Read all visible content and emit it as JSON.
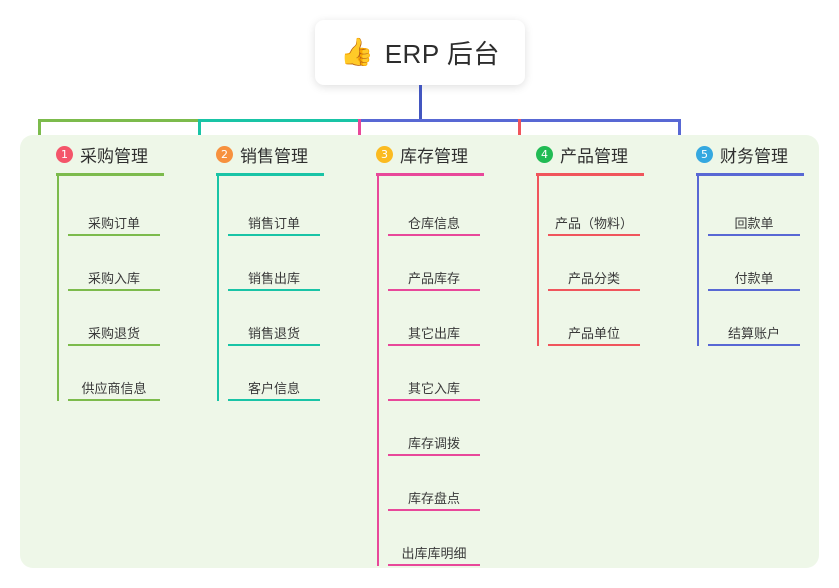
{
  "root": {
    "emoji": "👍",
    "emoji_name": "thumbs-up-icon",
    "title": "ERP 后台"
  },
  "colors": {
    "panel_background": "#eef7e8",
    "page_background": "#ffffff",
    "root_stem": "#4356c0",
    "connector_green": "#7cbb4c",
    "connector_teal": "#19c4a6",
    "connector_blue": "#5868d4",
    "drop_green": "#7cbb4c",
    "drop_teal": "#19c4a6",
    "drop_pink": "#e8489a",
    "drop_red": "#f0555c",
    "drop_blue": "#5868d4",
    "text_primary": "#2f2f2f",
    "text_leaf": "#3a3a3a"
  },
  "columns": [
    {
      "index": "1",
      "badge_color": "#f4556a",
      "line_color": "#7cbb4c",
      "title": "采购管理",
      "items": [
        "采购订单",
        "采购入库",
        "采购退货",
        "供应商信息"
      ]
    },
    {
      "index": "2",
      "badge_color": "#f7913e",
      "line_color": "#19c4a6",
      "title": "销售管理",
      "items": [
        "销售订单",
        "销售出库",
        "销售退货",
        "客户信息"
      ]
    },
    {
      "index": "3",
      "badge_color": "#fbbb21",
      "line_color": "#e8489a",
      "title": "库存管理",
      "items": [
        "仓库信息",
        "产品库存",
        "其它出库",
        "其它入库",
        "库存调拨",
        "库存盘点",
        "出库库明细"
      ]
    },
    {
      "index": "4",
      "badge_color": "#21bb54",
      "line_color": "#f0555c",
      "title": "产品管理",
      "items": [
        "产品（物料）",
        "产品分类",
        "产品单位"
      ]
    },
    {
      "index": "5",
      "badge_color": "#35a8e0",
      "line_color": "#5868d4",
      "title": "财务管理",
      "items": [
        "回款单",
        "付款单",
        "结算账户"
      ]
    }
  ]
}
